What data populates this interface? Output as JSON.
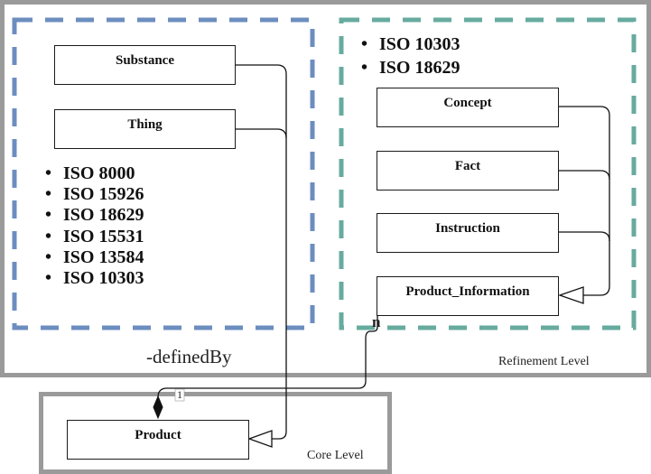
{
  "diagram": {
    "levels": {
      "refinement": {
        "label": "Refinement Level"
      },
      "core": {
        "label": "Core Level"
      }
    },
    "groups": {
      "left": {
        "border_color": "#6c8ebf",
        "classes": [
          "Substance",
          "Thing"
        ],
        "standards": [
          "ISO 8000",
          "ISO 15926",
          "ISO 18629",
          "ISO 15531",
          "ISO 13584",
          "ISO 10303"
        ]
      },
      "right": {
        "border_color": "#67ab9f",
        "standards": [
          "ISO 10303",
          "ISO 18629"
        ],
        "classes": [
          "Concept",
          "Fact",
          "Instruction",
          "Product_Information"
        ]
      }
    },
    "core_classes": [
      "Product"
    ],
    "relations": {
      "association_label": "-definedBy",
      "multiplicity_source": "n",
      "multiplicity_target": "1"
    }
  }
}
